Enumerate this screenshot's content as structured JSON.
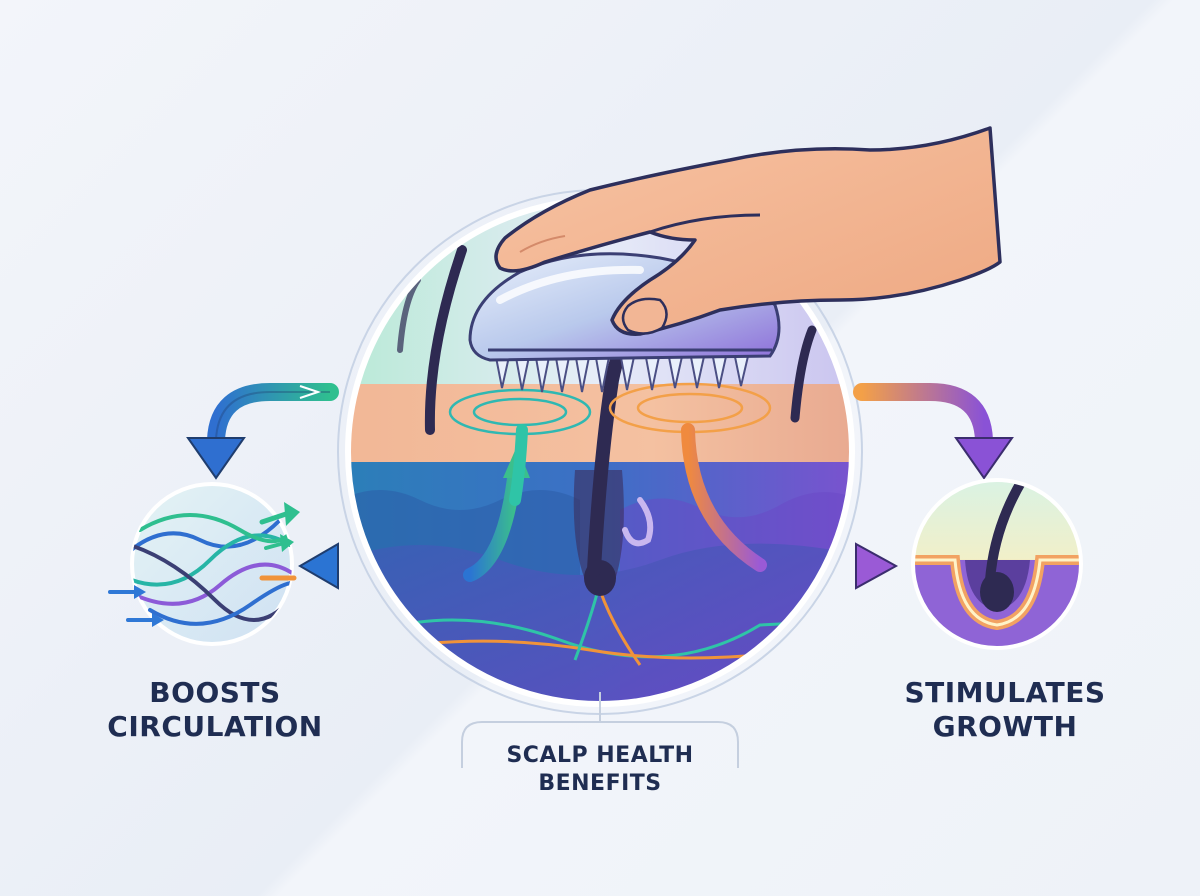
{
  "labels": {
    "left": {
      "line1": "BOOSTS",
      "line2": "CIRCULATION"
    },
    "right": {
      "line1": "STIMULATES",
      "line2": "GROWTH"
    },
    "center": {
      "line1": "SCALP HEALTH",
      "line2": "BENEFITS"
    }
  },
  "colors": {
    "text": "#1f2d52",
    "teal": "#27b5a6",
    "blue": "#2f78d6",
    "purple": "#8c5bd8",
    "orange": "#f0933a",
    "skin": "#f4bc98",
    "hair": "#2e2a52"
  },
  "icons": [
    "hand-icon",
    "scalp-brush-icon",
    "blood-vessel-network-icon",
    "hair-follicle-icon",
    "flow-arrow-icon"
  ]
}
